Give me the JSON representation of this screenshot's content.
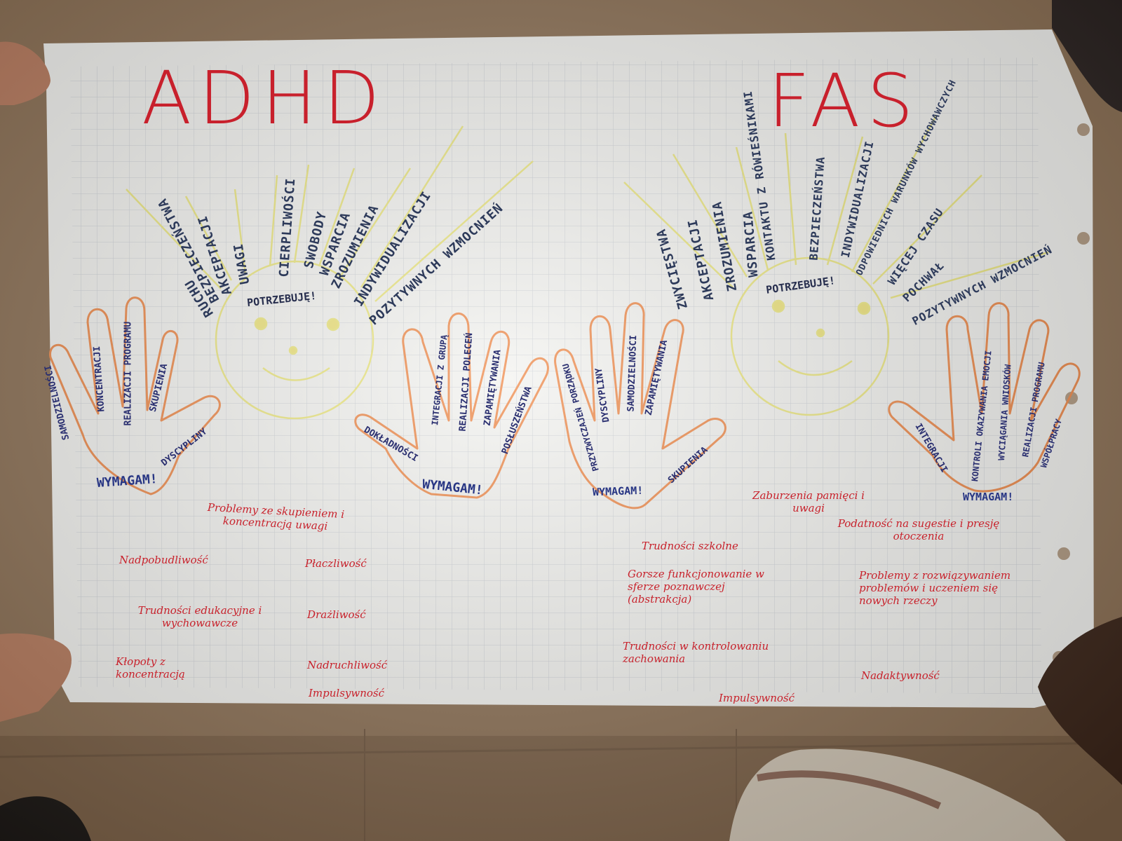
{
  "adhd": {
    "title": "ADHD",
    "center": "POTRZEBUJĘ!",
    "rays": [
      "RUCHU",
      "BEZPIECZEŃSTWA",
      "AKCEPTACJI",
      "UWAGI",
      "CIERPLIWOŚCI",
      "SWOBODY",
      "WSPARCIA",
      "ZROZUMIENIA",
      "INDYWIDUALIZACJI",
      "POZYTYWNYCH WZMOCNIEŃ"
    ],
    "hand1": {
      "fingers": [
        "SAMODZIELNOŚCI",
        "KONCENTRACJI",
        "REALIZACJI PROGRAMU",
        "SKUPIENIA",
        "DYSCYPLINY"
      ],
      "label": "WYMAGAM!"
    },
    "hand2": {
      "fingers": [
        "DOKŁADNOŚCI",
        "INTEGRACJI Z GRUPĄ",
        "REALIZACJI POLECEŃ",
        "ZAPAMIĘTYWANIA",
        "POSŁUSZEŃSTWA"
      ],
      "label": "WYMAGAM!"
    },
    "problems": [
      "Problemy ze skupieniem i koncentracją uwagi",
      "Nadpobudliwość",
      "Płaczliwość",
      "Trudności edukacyjne i wychowawcze",
      "Drażliwość",
      "Kłopoty z koncentracją",
      "Nadruchliwość",
      "Impulsywność"
    ]
  },
  "fas": {
    "title": "FAS",
    "center": "POTRZEBUJĘ!",
    "rays": [
      "ZWYCIĘSTWA",
      "AKCEPTACJI",
      "ZROZUMIENIA",
      "WSPARCIA",
      "KONTAKTU Z RÓWIEŚNIKAMI",
      "BEZPIECZEŃSTWA",
      "INDYWIDUALIZACJI",
      "ODPOWIEDNICH WARUNKÓW WYCHOWAWCZYCH",
      "WIĘCEJ CZASU",
      "POCHWAŁ",
      "POZYTYWNYCH WZMOCNIEŃ"
    ],
    "hand1": {
      "fingers": [
        "PRZYZWYCZAJEŃ PORZĄDKU",
        "DYSCYPLINY",
        "SAMODZIELNOŚCI",
        "ZAPAMIĘTYWANIA",
        "SKUPIENIA"
      ],
      "label": "WYMAGAM!"
    },
    "hand2": {
      "fingers": [
        "INTEGRACJI",
        "KONTROLI OKAZYWANIA EMOCJI",
        "WYCIĄGANIA WNIOSKÓW",
        "REALIZACJI PROGRAMU",
        "WSPÓŁPRACY"
      ],
      "label": "WYMAGAM!"
    },
    "problems": [
      "Zaburzenia pamięci i uwagi",
      "Podatność na sugestie i presję otoczenia",
      "Trudności szkolne",
      "Gorsze funkcjonowanie w sferze poznawczej (abstrakcja)",
      "Problemy z rozwiązywaniem problemów i uczeniem się nowych rzeczy",
      "Trudności w kontrolowaniu zachowania",
      "Nadaktywność",
      "Impulsywność"
    ]
  },
  "colors": {
    "marker_red": "#c8202c",
    "marker_navy": "#2a2f70",
    "hand_orange": "#ef8a4a",
    "sun_yellow": "#ede88a",
    "paper": "#f4f4f1",
    "floor": "#8a6e52"
  }
}
